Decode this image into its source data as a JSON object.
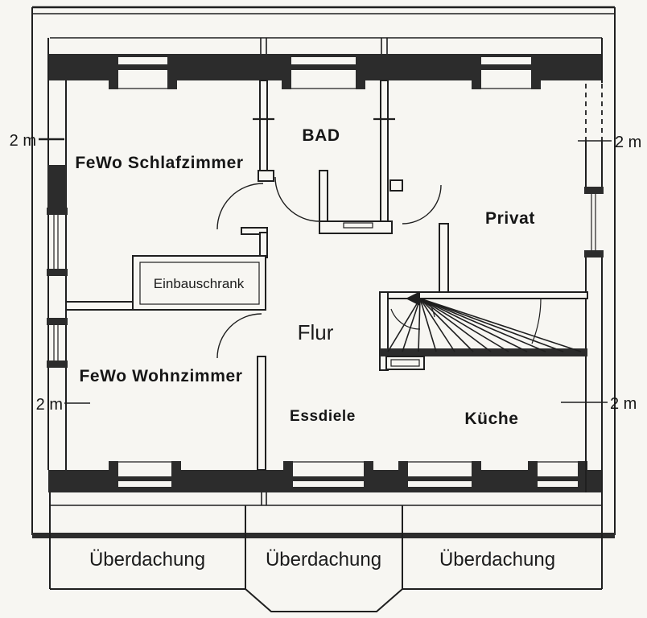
{
  "floor_plan": {
    "background": "#f7f6f2",
    "line_color": "#1f1f1f",
    "rooms": {
      "schlafzimmer": "FeWo Schlafzimmer",
      "bad": "BAD",
      "privat": "Privat",
      "einbauschrank": "Einbauschrank",
      "flur": "Flur",
      "wohnzimmer": "FeWo Wohnzimmer",
      "essdiele": "Essdiele",
      "kueche": "Küche"
    },
    "canopy": {
      "left": "Überdachung",
      "middle": "Überdachung",
      "right": "Überdachung"
    },
    "dimensions": {
      "left_top": "2 m",
      "left_bottom": "2 m",
      "right_top": "2 m",
      "right_bottom": "2 m"
    }
  }
}
